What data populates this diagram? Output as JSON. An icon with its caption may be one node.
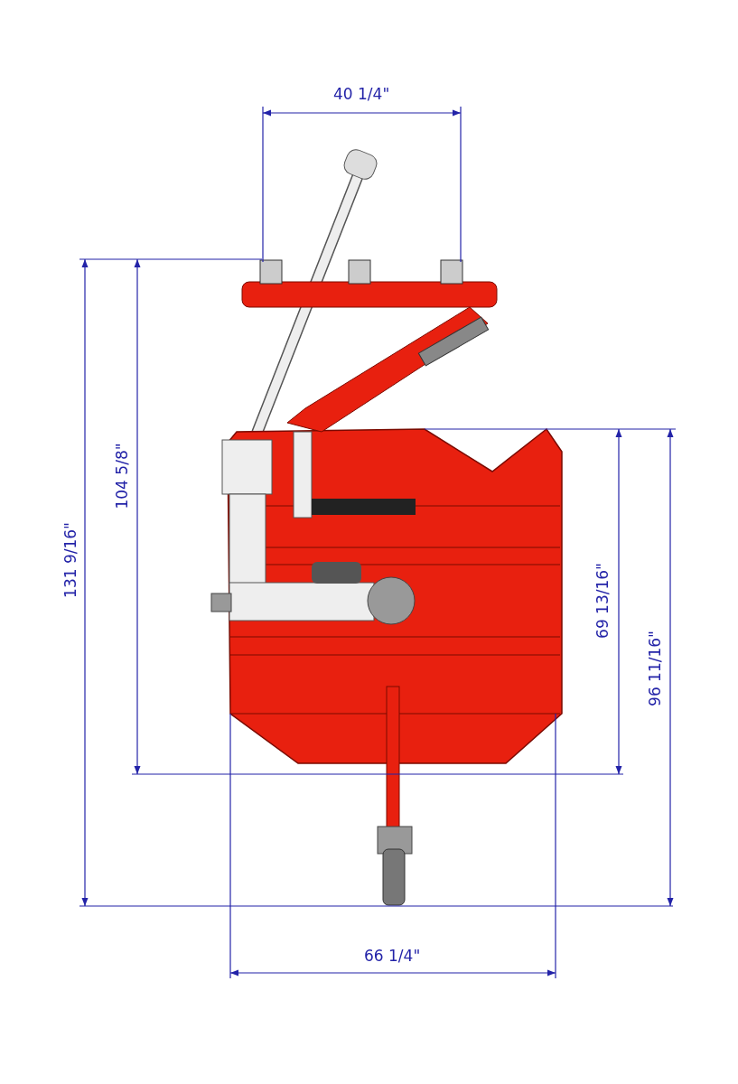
{
  "diagram": {
    "labels": [
      "40 1/4\"",
      "131 9/16\"",
      "104 5/8\"",
      "69 13/16\"",
      "96 11/16\"",
      "66 1/4\""
    ]
  }
}
